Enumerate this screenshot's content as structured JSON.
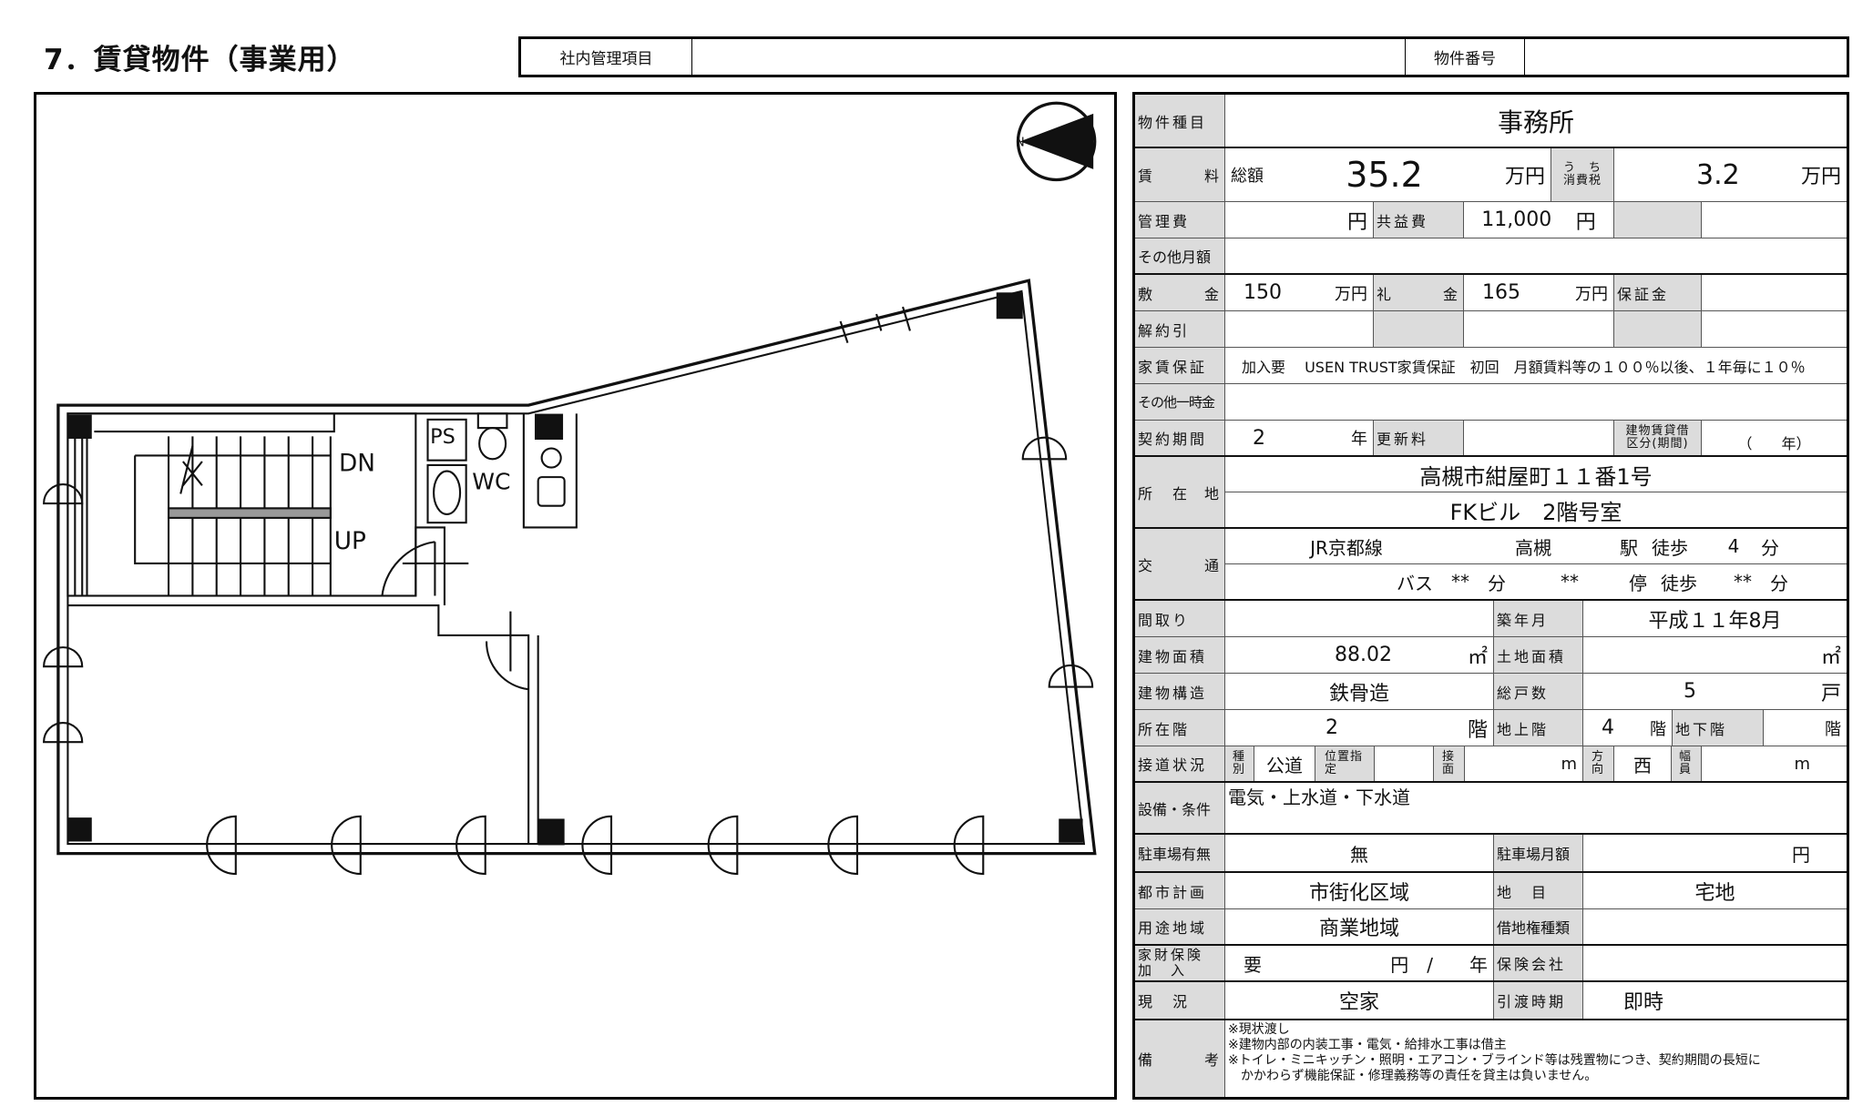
{
  "header": {
    "title": "7．賃貸物件（事業用）",
    "internal_label": "社内管理項目",
    "internal_value": "",
    "property_no_label": "物件番号",
    "property_no_value": ""
  },
  "plan": {
    "dn": "DN",
    "up": "UP",
    "ps": "PS",
    "wc": "WC",
    "compass": "N"
  },
  "table": {
    "type": {
      "label": "物件種目",
      "value": "事務所"
    },
    "rent": {
      "label_a": "賃",
      "label_b": "料",
      "total_label": "総額",
      "total": "35.2",
      "unit": "万円",
      "tax_label_1": "う　ち",
      "tax_label_2": "消費税",
      "tax": "3.2",
      "tax_unit": "万円"
    },
    "mgmt": {
      "label": "管理費",
      "value": "",
      "unit": "円",
      "common_label": "共益費",
      "common": "11,000",
      "common_unit": "円"
    },
    "other_monthly": {
      "label": "その他月額",
      "value": ""
    },
    "deposit": {
      "label_a": "敷",
      "label_b": "金",
      "value": "150",
      "unit": "万円",
      "key_label_a": "礼",
      "key_label_b": "金",
      "key": "165",
      "key_unit": "万円",
      "guarantee_label": "保証金",
      "guarantee": ""
    },
    "cancel": {
      "label": "解約引",
      "value": ""
    },
    "rent_guarantee": {
      "label": "家賃保証",
      "value": "加入要　 USEN TRUST家賃保証　初回　月額賃料等の１００％以後、１年毎に１０％"
    },
    "other_once": {
      "label": "その他一時金",
      "value": ""
    },
    "contract": {
      "label": "契約期間",
      "years": "2",
      "unit": "年",
      "renew_label": "更新料",
      "renew": "",
      "kind_label_1": "建物賃貸借",
      "kind_label_2": "区分(期間)",
      "kind": "（　　年）"
    },
    "address": {
      "label_a": "所　在",
      "label_b": "地",
      "line1": "高槻市紺屋町１１番1号",
      "line2": "FKビル　2階号室"
    },
    "access": {
      "label_a": "交",
      "label_b": "通",
      "line": "JR京都線",
      "station": "高槻",
      "station_suffix": "駅",
      "walk": "徒歩",
      "walk_min": "4",
      "min": "分",
      "bus": "バス",
      "bus_min": "**",
      "stop": "**",
      "stop_suffix": "停",
      "stop_walk_min": "**"
    },
    "layout": {
      "label": "間取り",
      "value": "",
      "built_label": "築年月",
      "built": "平成１１年8月"
    },
    "area": {
      "label": "建物面積",
      "value": "88.02",
      "unit": "㎡",
      "land_label": "土地面積",
      "land": "",
      "land_unit": "㎡"
    },
    "structure": {
      "label": "建物構造",
      "value": "鉄骨造",
      "units_label": "総戸数",
      "units": "5",
      "units_unit": "戸"
    },
    "floor": {
      "label": "所在階",
      "value": "2",
      "unit": "階",
      "above_label": "地上階",
      "above": "4",
      "above_unit": "階",
      "below_label": "地下階",
      "below": "",
      "below_unit": "階"
    },
    "road": {
      "label": "接道状況",
      "kind_label": "種別",
      "kind": "公道",
      "pos_label": "位置指定",
      "pos": "",
      "face_label": "接面",
      "face_unit": "m",
      "dir_label": "方向",
      "dir": "西",
      "width_label": "幅員",
      "width_unit": "m"
    },
    "facilities": {
      "label": "設備・条件",
      "value": "電気・上水道・下水道"
    },
    "parking": {
      "label": "駐車場有無",
      "value": "無",
      "fee_label": "駐車場月額",
      "fee_unit": "円"
    },
    "city": {
      "label": "都市計画",
      "value": "市街化区域",
      "land_cat_label": "地　目",
      "land_cat": "宅地"
    },
    "zoning": {
      "label": "用途地域",
      "value": "商業地域",
      "leasehold_label": "借地権種類",
      "leasehold": ""
    },
    "insurance": {
      "label_1": "家財保険",
      "label_2": "加　入",
      "value": "要",
      "yen": "円　/",
      "year": "年",
      "company_label": "保険会社",
      "company": ""
    },
    "status": {
      "label": "現　況",
      "value": "空家",
      "handover_label": "引渡時期",
      "handover": "即時"
    },
    "remarks": {
      "label_a": "備",
      "label_b": "考",
      "lines": [
        "※現状渡し",
        "※建物内部の内装工事・電気・給排水工事は借主",
        "※トイレ・ミニキッチン・照明・エアコン・ブラインド等は残置物につき、契約期間の長短に",
        "　かかわらず機能保証・修理義務等の責任を貸主は負いません。"
      ]
    }
  }
}
